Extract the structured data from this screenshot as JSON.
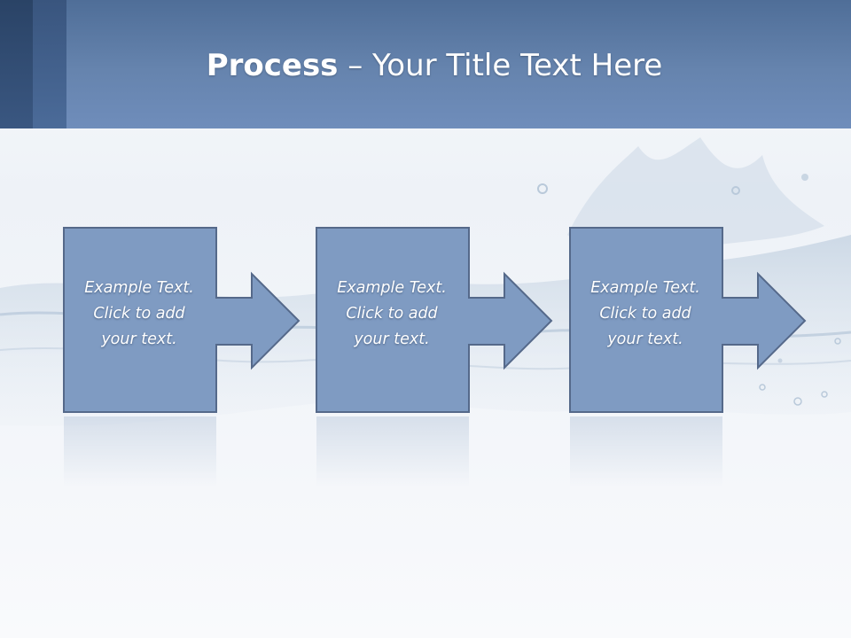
{
  "slide": {
    "title_bold": "Process",
    "title_rest": " – Your Title Text Here"
  },
  "steps": [
    {
      "line1": "Example Text.",
      "line2": "Click  to add",
      "line3": "your text."
    },
    {
      "line1": "Example Text.",
      "line2": "Click  to add",
      "line3": "your text."
    },
    {
      "line1": "Example Text.",
      "line2": "Click  to add",
      "line3": "your text."
    }
  ],
  "colors": {
    "header": "#6684ae",
    "shape_fill": "#7f9bc2",
    "shape_stroke": "#55698a",
    "text": "#ffffff"
  }
}
